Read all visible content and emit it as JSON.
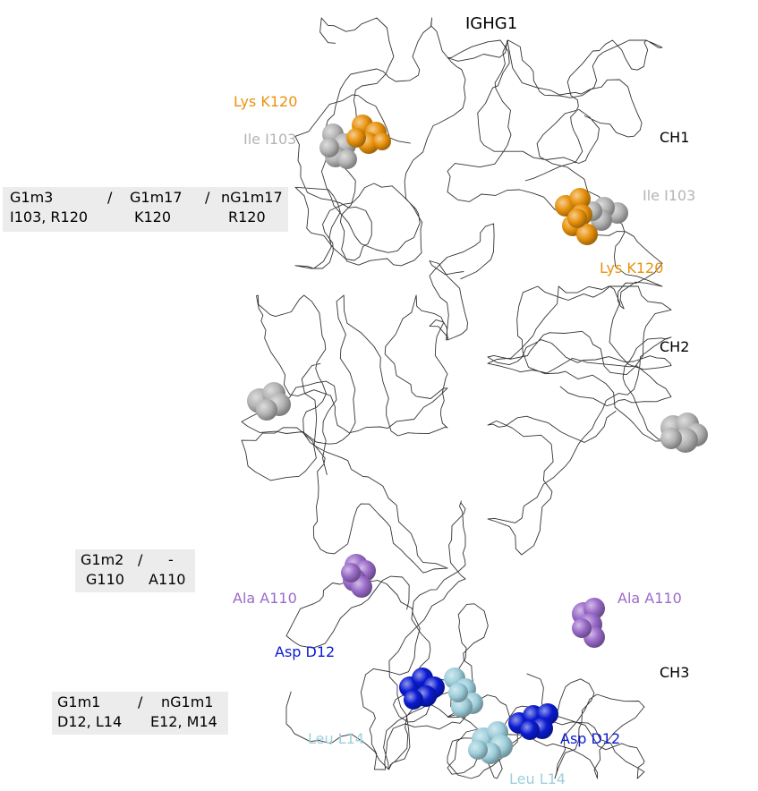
{
  "title": "IGHG1",
  "domains": {
    "ch1": "CH1",
    "ch2": "CH2",
    "ch3": "CH3"
  },
  "colors": {
    "lys": "#e8920c",
    "ile": "#b4b4b4",
    "ala": "#9a6bc9",
    "asp": "#0a1bd1",
    "leu": "#9ecfdc",
    "trace": "#333333",
    "box": "#ececec"
  },
  "residue_labels": {
    "lys_left": "Lys K120",
    "ile_left": "Ile I103",
    "ile_right": "Ile I103",
    "lys_right": "Lys K120",
    "ala_left": "Ala A110",
    "ala_right": "Ala A110",
    "asp_left": "Asp D12",
    "asp_right": "Asp D12",
    "leu_left": "Leu L14",
    "leu_right": "Leu L14"
  },
  "allotype_boxes": {
    "g1m3": {
      "row1": [
        "G1m3",
        "/",
        "G1m17",
        "/",
        "nG1m17"
      ],
      "row2": [
        "I103, R120",
        "K120",
        "R120"
      ]
    },
    "g1m2": {
      "row1": [
        "G1m2",
        "/",
        "-"
      ],
      "row2": [
        "G110",
        "A110"
      ]
    },
    "g1m1": {
      "row1": [
        "G1m1",
        "/",
        "nG1m1"
      ],
      "row2": [
        "D12, L14",
        "E12, M14"
      ]
    }
  }
}
